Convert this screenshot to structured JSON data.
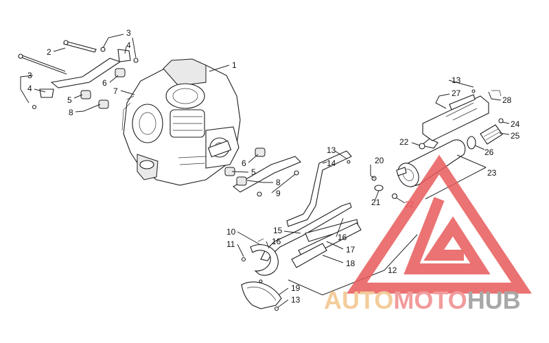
{
  "callouts": [
    {
      "id": "c1",
      "text": "1"
    },
    {
      "id": "c2",
      "text": "2"
    },
    {
      "id": "c3a",
      "text": "3"
    },
    {
      "id": "c4a",
      "text": "4"
    },
    {
      "id": "c3b",
      "text": "3"
    },
    {
      "id": "c4b",
      "text": "4"
    },
    {
      "id": "c6a",
      "text": "6"
    },
    {
      "id": "c7",
      "text": "7"
    },
    {
      "id": "c5a",
      "text": "5"
    },
    {
      "id": "c8a",
      "text": "8"
    },
    {
      "id": "c6b",
      "text": "6"
    },
    {
      "id": "c5b",
      "text": "5"
    },
    {
      "id": "c8b",
      "text": "8"
    },
    {
      "id": "c9",
      "text": "9"
    },
    {
      "id": "c13a",
      "text": "13"
    },
    {
      "id": "c27",
      "text": "27"
    },
    {
      "id": "c28",
      "text": "28"
    },
    {
      "id": "c24",
      "text": "24"
    },
    {
      "id": "c25",
      "text": "25"
    },
    {
      "id": "c22a",
      "text": "22"
    },
    {
      "id": "c26",
      "text": "26"
    },
    {
      "id": "c13b",
      "text": "13"
    },
    {
      "id": "c14",
      "text": "14"
    },
    {
      "id": "c20",
      "text": "20"
    },
    {
      "id": "c23",
      "text": "23"
    },
    {
      "id": "c21",
      "text": "21"
    },
    {
      "id": "c22b",
      "text": "22"
    },
    {
      "id": "c15",
      "text": "15"
    },
    {
      "id": "c16a",
      "text": "16"
    },
    {
      "id": "c10",
      "text": "10"
    },
    {
      "id": "c16b",
      "text": "16"
    },
    {
      "id": "c11",
      "text": "11"
    },
    {
      "id": "c17",
      "text": "17"
    },
    {
      "id": "c18",
      "text": "18"
    },
    {
      "id": "c12",
      "text": "12"
    },
    {
      "id": "c19",
      "text": "19"
    },
    {
      "id": "c13c",
      "text": "13"
    }
  ],
  "watermark": {
    "part1": "AUTO",
    "part2": "MOTO",
    "part3": "HUB",
    "color_auto": "#f1c48a",
    "color_moto": "#f08a8a",
    "color_hub": "#9a9a9a",
    "triangle_color": "#e85a5a"
  }
}
